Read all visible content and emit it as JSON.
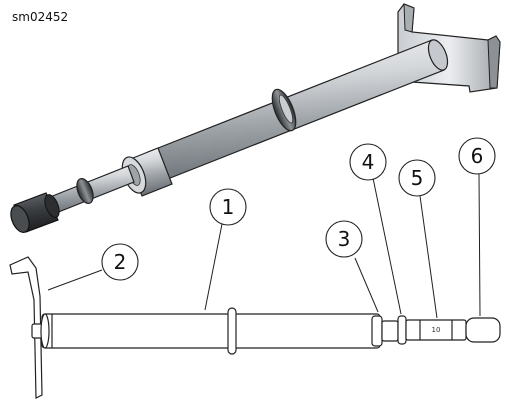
{
  "figure_id": "sm02452",
  "callouts": [
    {
      "number": "1"
    },
    {
      "number": "2"
    },
    {
      "number": "3"
    },
    {
      "number": "4"
    },
    {
      "number": "5"
    },
    {
      "number": "6"
    }
  ],
  "scale_mark": "10",
  "colors": {
    "line": "#222222",
    "metal_light": "#eef0f2",
    "metal_mid": "#b4b9be",
    "metal_dark": "#6f757b",
    "rubber": "#3a3d40"
  }
}
